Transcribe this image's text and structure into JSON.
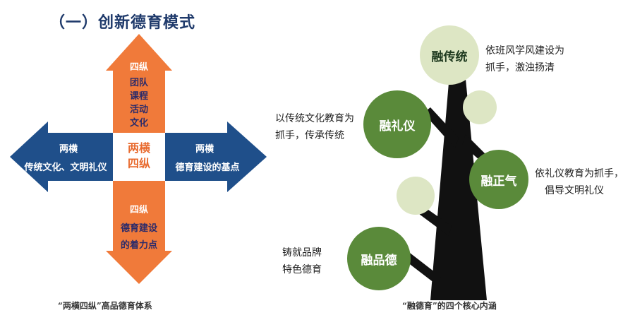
{
  "title": "（一）创新德育模式",
  "left_diagram": {
    "up_arrow": {
      "heading": "四纵",
      "lines": [
        "团队",
        "课程",
        "活动",
        "文化"
      ]
    },
    "down_arrow": {
      "heading": "四纵",
      "lines": [
        "德育建设",
        "的着力点"
      ]
    },
    "left_arrow": {
      "heading": "两横",
      "text": "传统文化、文明礼仪"
    },
    "right_arrow": {
      "heading": "两横",
      "text": "德育建设的基点"
    },
    "center": {
      "line1": "两横",
      "line2": "四纵"
    },
    "caption": "“两横四纵”高品德育体系",
    "colors": {
      "orange": "#f07a3a",
      "blue": "#1f4f8a"
    }
  },
  "right_diagram": {
    "circles": [
      {
        "label": "融传统",
        "desc_lines": [
          "依班风学风建设为",
          "抓手，激浊扬清"
        ]
      },
      {
        "label": "融礼仪",
        "desc_lines": [
          "以传统文化教育为",
          "抓手，传承传统"
        ]
      },
      {
        "label": "融正气",
        "desc_lines": [
          "依礼仪教育为抓手，",
          "倡导文明礼仪"
        ]
      },
      {
        "label": "融品德",
        "desc_lines": [
          "铸就品牌",
          "特色德育"
        ]
      }
    ],
    "caption": "“融德育”的四个核心内涵",
    "colors": {
      "dark_green": "#5a8a3a",
      "light_green": "#dde6c4",
      "trunk": "#111111"
    }
  }
}
